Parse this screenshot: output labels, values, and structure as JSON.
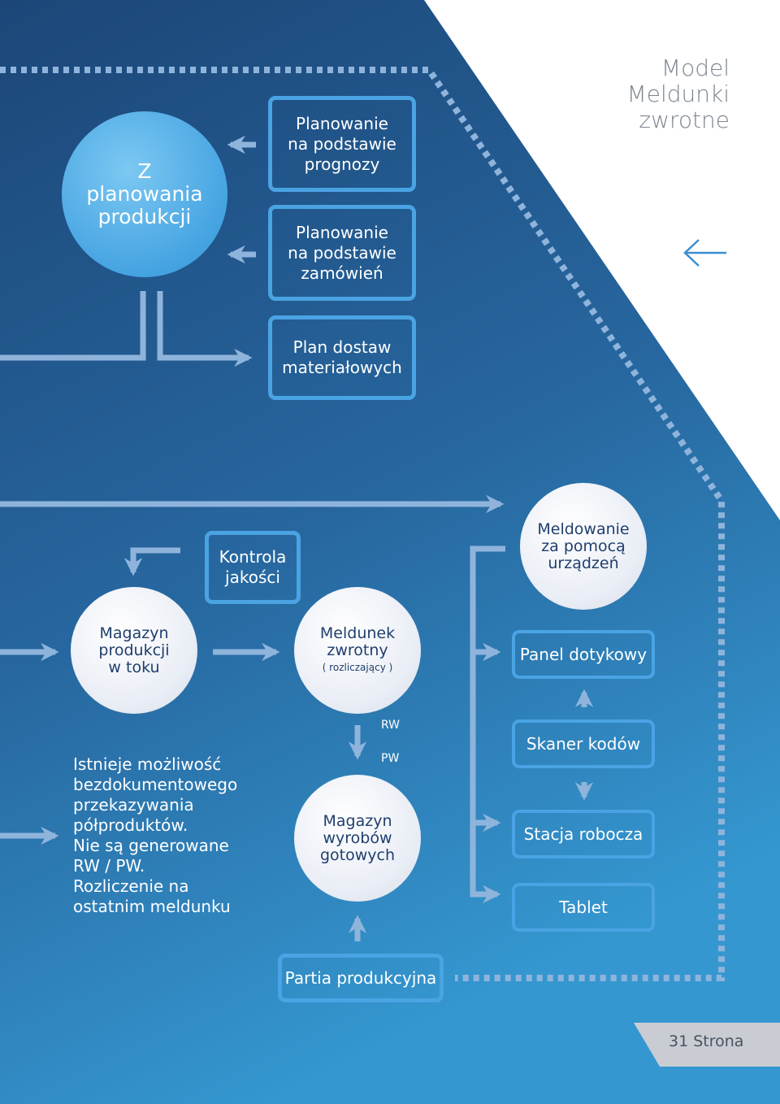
{
  "title": {
    "line1": "Model",
    "line2": "Meldunki",
    "line3": "zwrotne"
  },
  "nodes": {
    "planning_source": "Z planowania produkcji",
    "forecast_planning": [
      "Planowanie",
      "na podstawie",
      "prognozy"
    ],
    "order_planning": [
      "Planowanie",
      "na podstawie",
      "zamówień"
    ],
    "material_plan": [
      "Plan dostaw",
      "materiałowych"
    ],
    "quality_control": [
      "Kontrola",
      "jakości"
    ],
    "wip_warehouse": [
      "Magazyn",
      "produkcji",
      "w toku"
    ],
    "return_report": [
      "Meldunek",
      "zwrotny"
    ],
    "return_report_sub": "( rozliczający )",
    "finished_goods": [
      "Magazyn",
      "wyrobów",
      "gotowych"
    ],
    "device_reporting": [
      "Meldowanie",
      "za pomocą",
      "urządzeń"
    ],
    "touch_panel": "Panel dotykowy",
    "code_scanner": "Skaner kodów",
    "workstation": "Stacja robocza",
    "tablet": "Tablet",
    "production_batch": "Partia produkcyjna"
  },
  "labels": {
    "rw": "RW",
    "pw": "PW"
  },
  "note": [
    "Istnieje możliwość",
    "bezdokumentowego",
    "przekazywania",
    "półproduktów.",
    "Nie są generowane",
    "RW / PW.",
    "Rozliczenie na",
    "ostatnim meldunku"
  ],
  "page": {
    "label": "31 Strona"
  },
  "icons": {
    "back": "back-arrow-icon"
  },
  "colors": {
    "bg_top": "#1c4678",
    "bg_bottom": "#3496cf",
    "accent": "#4aa3e3",
    "connector": "#8fb4dc",
    "title": "#7d8590",
    "page_tab": "#c9cdd3"
  }
}
